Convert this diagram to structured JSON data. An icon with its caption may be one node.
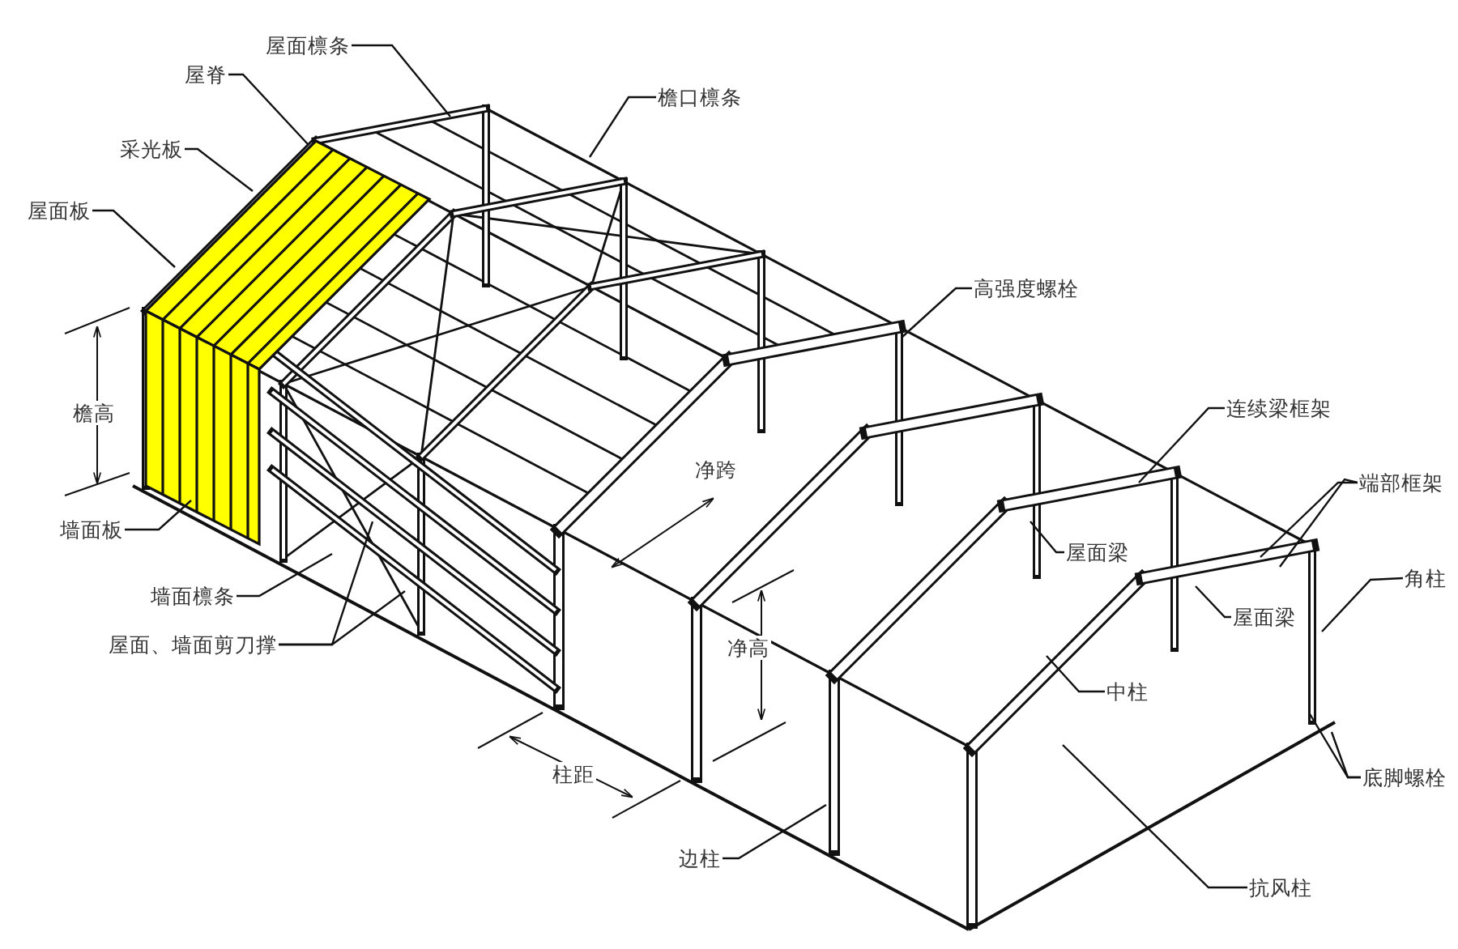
{
  "diagram": {
    "nodes": [
      {
        "text": [
          "屋面檩条"
        ]
      },
      {
        "text": [
          "屋脊"
        ]
      },
      {
        "text": [
          "檐口檩条"
        ]
      },
      {
        "text": [
          "采光板"
        ]
      },
      {
        "text": [
          "屋面板"
        ]
      },
      {
        "text": [
          "墙面板"
        ]
      },
      {
        "text": [
          "墙面檩条"
        ]
      },
      {
        "text": [
          "屋面、墙面剪刀撑"
        ]
      },
      {
        "text": [
          "高强度螺栓"
        ]
      },
      {
        "text": [
          "连续梁框架"
        ]
      },
      {
        "text": [
          "端部框架"
        ]
      },
      {
        "text": [
          "屋面梁"
        ]
      },
      {
        "text": [
          "角柱"
        ]
      },
      {
        "text": [
          "屋面梁"
        ]
      },
      {
        "text": [
          "中柱"
        ]
      },
      {
        "text": [
          "底脚螺栓"
        ]
      },
      {
        "text": [
          "边柱"
        ]
      },
      {
        "text": [
          "抗风柱"
        ]
      }
    ],
    "edges": [
      {
        "from": 0,
        "to": null,
        "arrow": "none"
      },
      {
        "from": 1,
        "to": null,
        "arrow": "none"
      },
      {
        "from": 2,
        "to": null,
        "arrow": "none"
      },
      {
        "from": 3,
        "to": null,
        "arrow": "none"
      },
      {
        "from": 4,
        "to": null,
        "arrow": "none"
      },
      {
        "from": 5,
        "to": null,
        "arrow": "none"
      },
      {
        "from": 6,
        "to": null,
        "arrow": "none"
      },
      {
        "from": 7,
        "to": null,
        "arrow": "none"
      },
      {
        "from": 8,
        "to": null,
        "arrow": "none"
      },
      {
        "from": 9,
        "to": null,
        "arrow": "none"
      },
      {
        "from": 10,
        "to": null,
        "arrow": "none"
      },
      {
        "from": 11,
        "to": null,
        "arrow": "none"
      },
      {
        "from": 12,
        "to": null,
        "arrow": "none"
      },
      {
        "from": 13,
        "to": null,
        "arrow": "none"
      },
      {
        "from": 14,
        "to": null,
        "arrow": "none"
      },
      {
        "from": 15,
        "to": null,
        "arrow": "none"
      },
      {
        "from": 16,
        "to": null,
        "arrow": "none"
      },
      {
        "from": 17,
        "to": null,
        "arrow": "none"
      },
      {
        "from": 7,
        "to": null,
        "arrow": "none"
      },
      {
        "from": 15,
        "to": null,
        "arrow": "none"
      },
      {
        "from": 10,
        "to": null,
        "arrow": "none"
      }
    ],
    "labels": [
      "檐高",
      "净跨",
      "净高",
      "柱距"
    ]
  }
}
